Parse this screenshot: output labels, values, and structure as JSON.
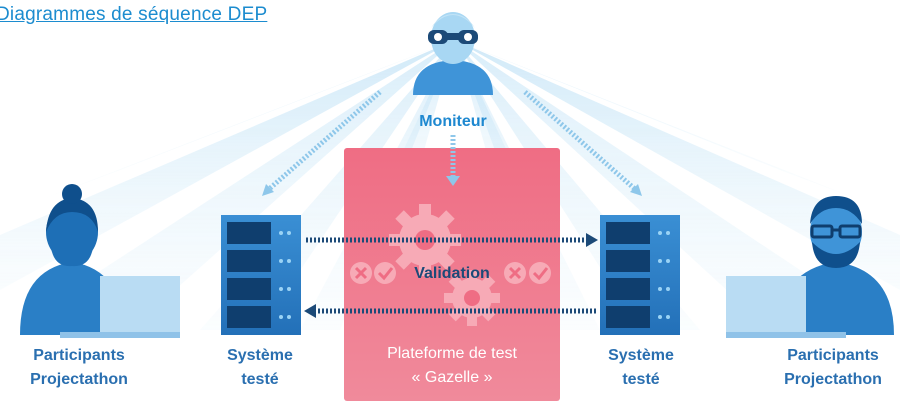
{
  "header": {
    "title_link": "Diagrammes de séquence DEP"
  },
  "monitor": {
    "label": "Moniteur"
  },
  "platform": {
    "line1": "Plateforme de test",
    "line2": "« Gazelle »",
    "validation_label": "Validation"
  },
  "left_system": {
    "line1": "Système",
    "line2": "testé"
  },
  "right_system": {
    "line1": "Système",
    "line2": "testé"
  },
  "left_participant": {
    "line1": "Participants",
    "line2": "Projectathon"
  },
  "right_participant": {
    "line1": "Participants",
    "line2": "Projectathon"
  },
  "colors": {
    "primary_blue": "#2a7fc6",
    "light_blue": "#c6e4f6",
    "platform_red": "#ee6b82",
    "dark_blue": "#1c4a78"
  },
  "icons": [
    "monitor-person-icon",
    "server-icon",
    "gear-icon",
    "check-icon",
    "cross-icon",
    "person-icon",
    "laptop-icon"
  ]
}
